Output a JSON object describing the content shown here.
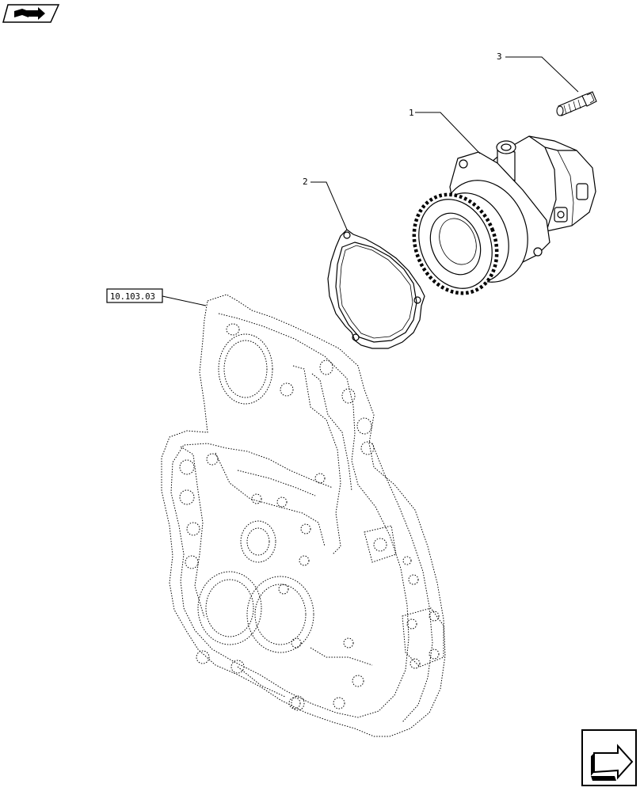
{
  "callouts": {
    "item_1": "1",
    "item_2": "2",
    "item_3": "3"
  },
  "reference_box": "10.103.03",
  "icons": {
    "top_left": "book-with-arrow-icon",
    "bottom_right": "next-page-arrow-icon"
  },
  "colors": {
    "line": "#000000",
    "background": "#ffffff"
  }
}
